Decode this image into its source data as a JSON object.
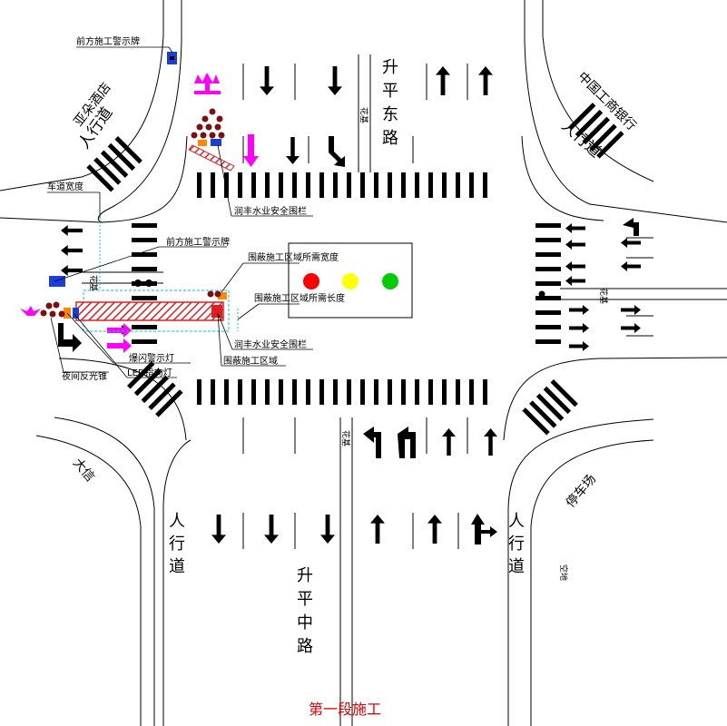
{
  "title": "第一段施工",
  "roads": {
    "north": [
      "升",
      "平",
      "东",
      "路"
    ],
    "south": [
      "升",
      "平",
      "中",
      "路"
    ],
    "sidewalk_vertical": [
      "人",
      "行",
      "道"
    ],
    "sidewalk_ne": "人行道",
    "sidewalk_nw": "人行道"
  },
  "places": {
    "yaduo_hotel": "亚朵酒店",
    "icbc": "中国工商银行",
    "daxin": "大信",
    "parking": "停车场",
    "vacant": "空地"
  },
  "flowerbed": "花基",
  "labels": {
    "warning_sign_top": "前方施工警示牌",
    "lane_width": "车道宽度",
    "fence_top": "润丰水业安全围栏",
    "warning_sign_mid": "前方施工警示牌",
    "zone_width": "围蔽施工区域所需宽度",
    "zone_length": "围蔽施工区域所需长度",
    "fence_bottom": "润丰水业安全围栏",
    "flash_light": "爆闪警示灯",
    "zone": "围蔽施工区域",
    "night_cone": "夜间反光锥",
    "led_light": "LED指向灯"
  },
  "traffic_light_colors": [
    "#ff0000",
    "#ffff00",
    "#00cc00"
  ],
  "colors": {
    "sign_blue": "#1a3fd6",
    "magenta": "#ff00ff",
    "cone": "#7a1010",
    "fence_red": "#e02020",
    "orange": "#ff8800",
    "cyan": "#00c8c8"
  },
  "icons": [
    "warning-sign-icon",
    "traffic-light-icon",
    "cone-icon",
    "arrow-icon",
    "fence-icon"
  ]
}
